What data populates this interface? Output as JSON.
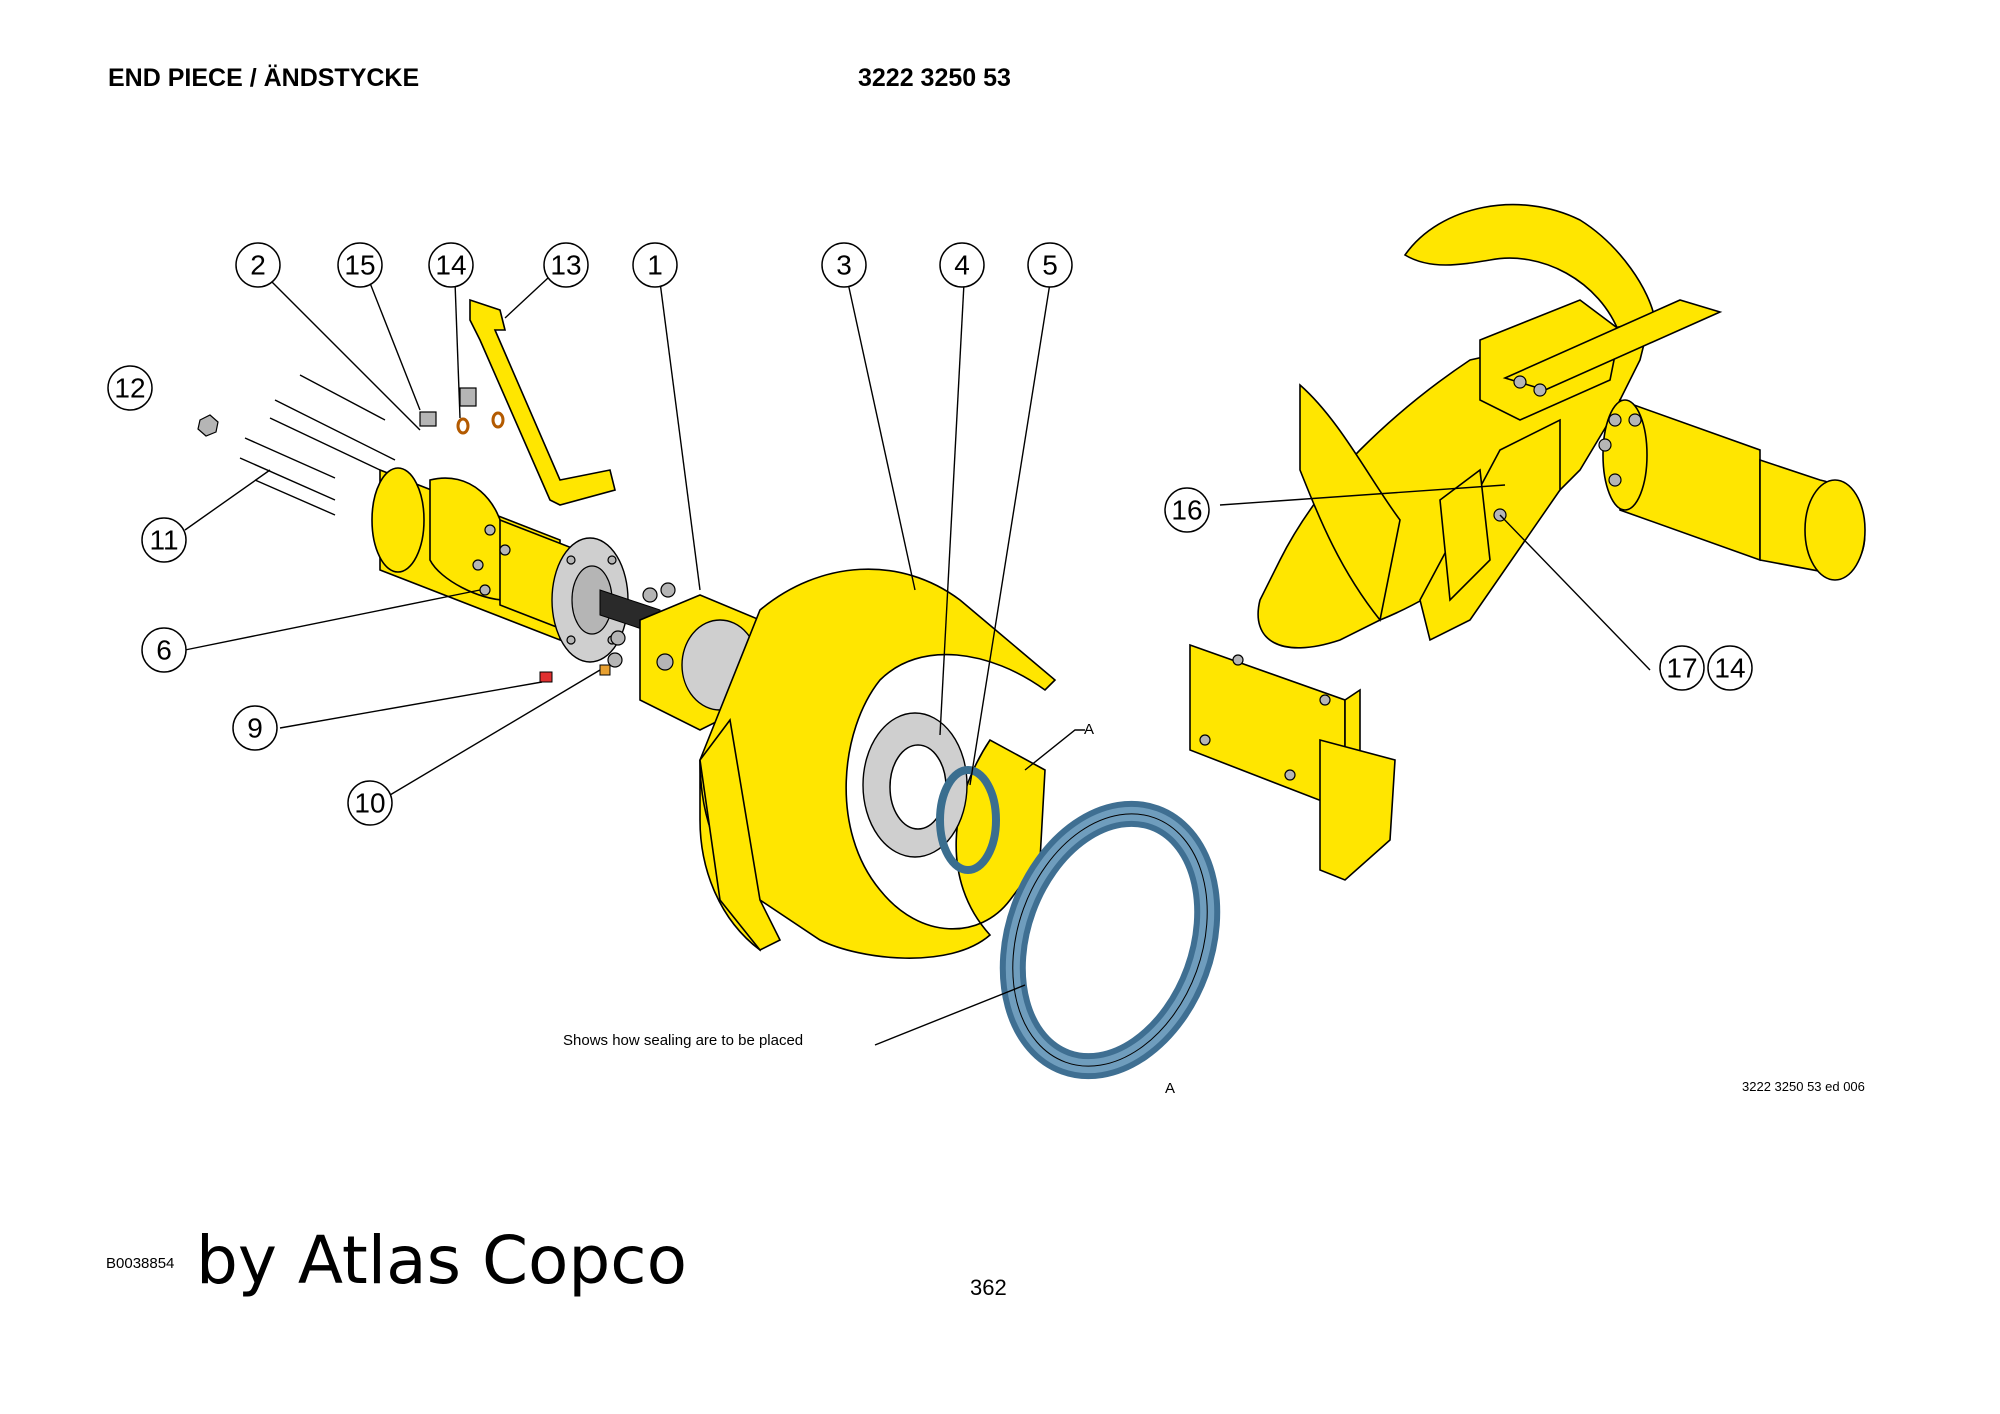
{
  "header": {
    "title": "END PIECE / ÄNDSTYCKE",
    "part_number": "3222 3250 53"
  },
  "callouts": [
    "1",
    "2",
    "3",
    "4",
    "5",
    "6",
    "9",
    "10",
    "11",
    "12",
    "13",
    "14",
    "15",
    "16",
    "17",
    "14"
  ],
  "annotations": {
    "sealing_note": "Shows how sealing are to be placed",
    "section_marker_top": "A",
    "section_marker_bottom": "A",
    "drawing_reference": "3222 3250 53 ed 006"
  },
  "footer": {
    "document_code": "B0038854",
    "brand": "by Atlas Copco",
    "page_number": "362"
  },
  "colors": {
    "part_fill": "#ffe600",
    "seal_fill": "#5b8fad",
    "line": "#000000",
    "hardware": "#b0b0b0"
  }
}
